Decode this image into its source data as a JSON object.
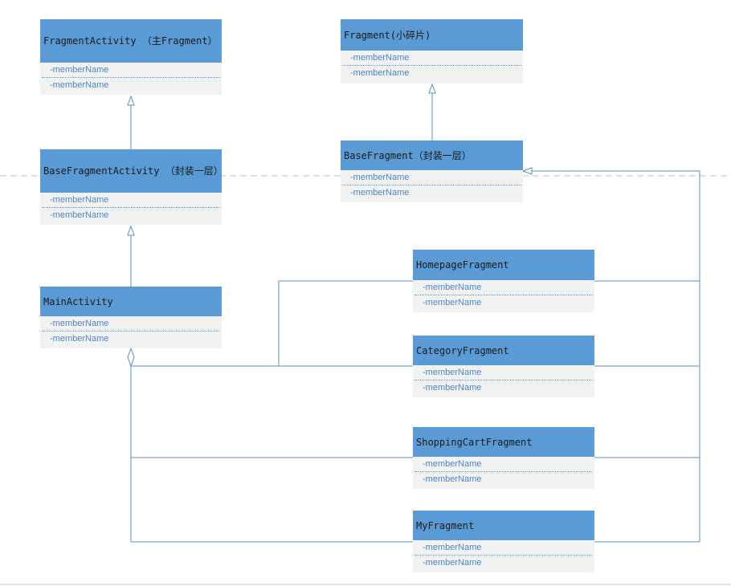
{
  "classes": {
    "fragment_activity": {
      "name": "FragmentActivity （主Fragment）",
      "members": [
        "-memberName",
        "-memberName"
      ]
    },
    "base_fragment_activity": {
      "name": "BaseFragmentActivity （封装一层）",
      "members": [
        "-memberName",
        "-memberName"
      ]
    },
    "main_activity": {
      "name": "MainActivity",
      "members": [
        "-memberName",
        "-memberName"
      ]
    },
    "fragment": {
      "name": "Fragment(小碎片)",
      "members": [
        "-memberName",
        "-memberName"
      ]
    },
    "base_fragment": {
      "name": "BaseFragment（封装一层）",
      "members": [
        "-memberName",
        "-memberName"
      ]
    },
    "homepage_fragment": {
      "name": "HomepageFragment",
      "members": [
        "-memberName",
        "-memberName"
      ]
    },
    "category_fragment": {
      "name": "CategoryFragment",
      "members": [
        "-memberName",
        "-memberName"
      ]
    },
    "shopping_cart_fragment": {
      "name": "ShoppingCartFragment",
      "members": [
        "-memberName",
        "-memberName"
      ]
    },
    "my_fragment": {
      "name": "MyFragment",
      "members": [
        "-memberName",
        "-memberName"
      ]
    }
  },
  "colors": {
    "header": "#5b9bd5",
    "body": "#f2f2f2",
    "member_text": "#4a86c5",
    "connector": "#5b8fc0",
    "guide": "#bfbfbf"
  }
}
